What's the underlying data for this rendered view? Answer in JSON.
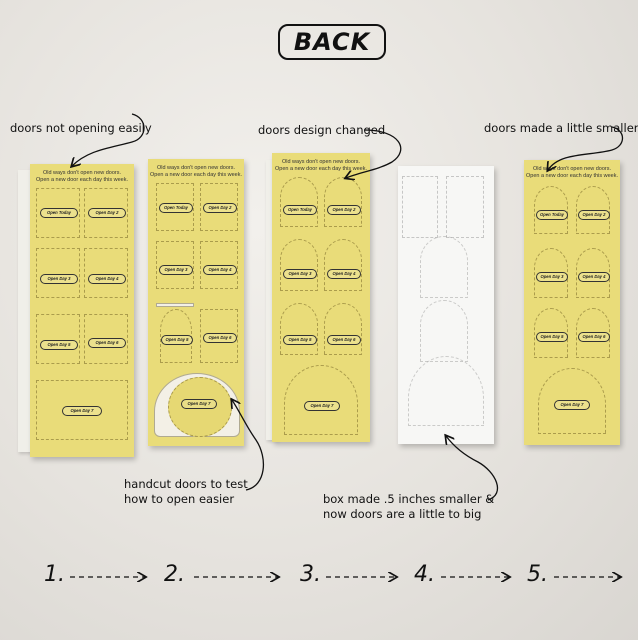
{
  "title": "BACK",
  "notes": {
    "n1": "doors not opening easily",
    "n2": "doors design changed",
    "n3": "doors made a little smaller",
    "n4_line1": "handcut doors to test",
    "n4_line2": "how to open easier",
    "n5_line1": "box made .5 inches smaller &",
    "n5_line2": "now doors are a little to big"
  },
  "box_header": {
    "line1": "Old ways don't open new doors.",
    "line2": "Open a new door each day this week."
  },
  "door_labels": {
    "today": "Open Today",
    "d2": "Open Day 2",
    "d3": "Open Day 3",
    "d4": "Open Day 4",
    "d5": "Open Day 5",
    "d6": "Open Day 6",
    "d7": "Open Day 7"
  },
  "steps": [
    "1.",
    "2.",
    "3.",
    "4.",
    "5."
  ],
  "colors": {
    "background": "#e6e3de",
    "box_yellow": "#e9dc79",
    "white_box": "#f7f7f5",
    "ink": "#111111"
  }
}
